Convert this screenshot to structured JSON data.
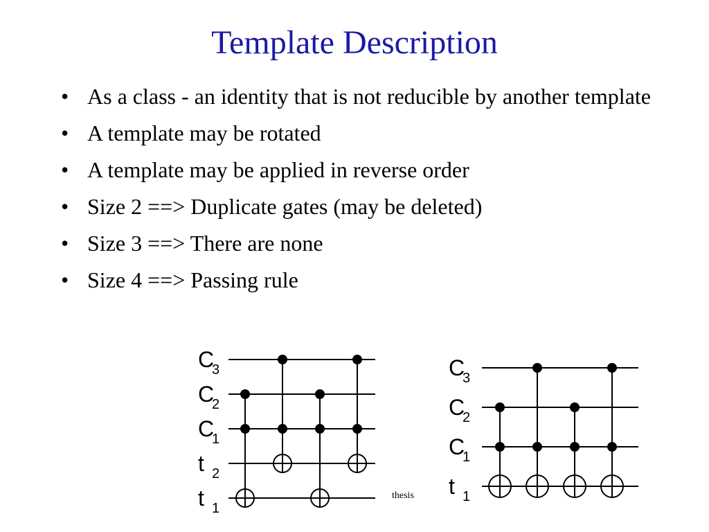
{
  "slide": {
    "title": "Template Description",
    "bullets": [
      "As a class - an identity that is not reducible by another template",
      "A template may be rotated",
      "A template may be applied in reverse order",
      "Size 2 ==> Duplicate gates (may be deleted)",
      "Size 3 ==> There are none",
      "Size 4 ==> Passing rule"
    ],
    "caption": "thesis",
    "bullet_char": "•"
  },
  "circuits": [
    {
      "lines": [
        {
          "name": "C",
          "sub": "3"
        },
        {
          "name": "C",
          "sub": "2"
        },
        {
          "name": "C",
          "sub": "1"
        },
        {
          "name": "t",
          "sub": "2"
        },
        {
          "name": "t",
          "sub": "1"
        }
      ],
      "gates": [
        {
          "controls": [
            1,
            2
          ],
          "target": 4
        },
        {
          "controls": [
            0,
            2
          ],
          "target": 3
        },
        {
          "controls": [
            1,
            2
          ],
          "target": 4
        },
        {
          "controls": [
            0,
            2
          ],
          "target": 3
        }
      ]
    },
    {
      "lines": [
        {
          "name": "C",
          "sub": "3"
        },
        {
          "name": "C",
          "sub": "2"
        },
        {
          "name": "C",
          "sub": "1"
        },
        {
          "name": "t",
          "sub": "1"
        }
      ],
      "gates": [
        {
          "controls": [
            1,
            2
          ],
          "target": 3
        },
        {
          "controls": [
            0,
            2
          ],
          "target": 3
        },
        {
          "controls": [
            1,
            2
          ],
          "target": 3
        },
        {
          "controls": [
            0,
            2
          ],
          "target": 3
        }
      ]
    }
  ]
}
